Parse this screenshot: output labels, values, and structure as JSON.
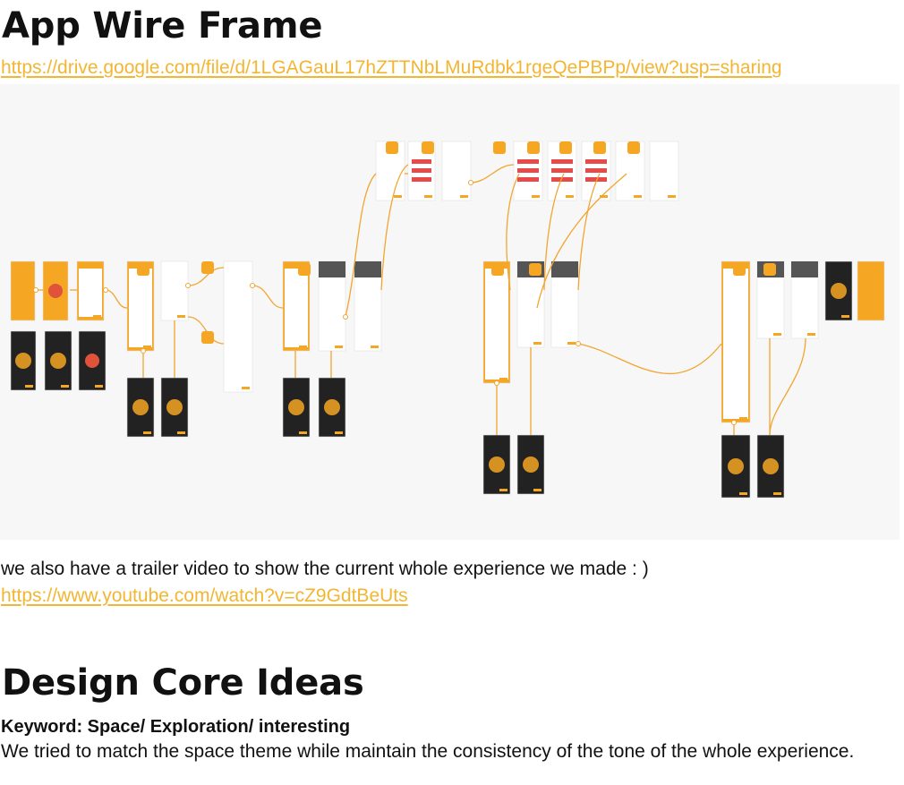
{
  "section1": {
    "title": "App Wire Frame",
    "drive_link": "https://drive.google.com/file/d/1LGAGauL17hZTTNbLMuRdbk1rgeQePBPp/view?usp=sharing"
  },
  "wireframe": {
    "colors": {
      "accent": "#f5a623",
      "arrow": "#f2a531",
      "screen": "#ffffff",
      "dark": "#222222",
      "red": "#e84a4a"
    }
  },
  "trailer": {
    "text": "we also have a trailer video to show the current whole experience we made : )",
    "link": "https://www.youtube.com/watch?v=cZ9GdtBeUts"
  },
  "section2": {
    "title": "Design Core Ideas",
    "keyword": "Keyword: Space/ Exploration/ interesting",
    "body": "We tried to match the space theme while maintain the consistency of the tone of the whole experience."
  }
}
